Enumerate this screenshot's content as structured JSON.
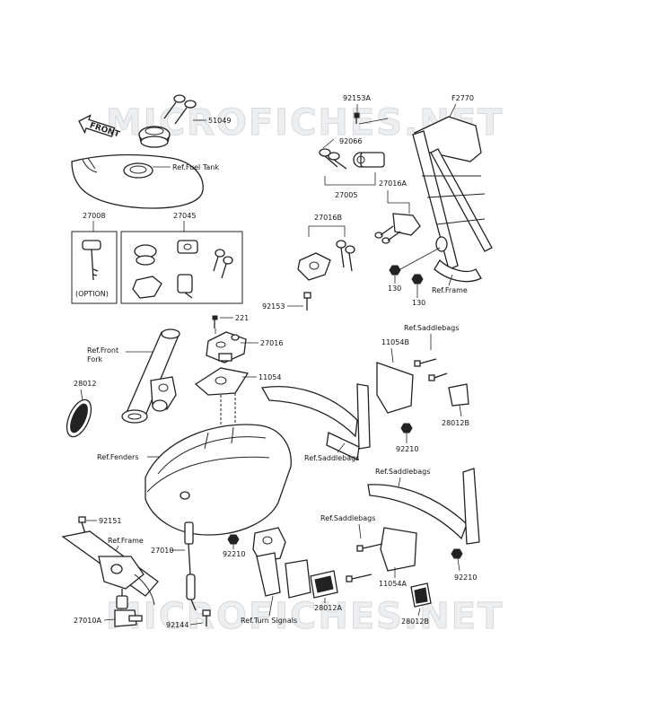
{
  "watermarks": [
    "MICROFICHES.NET",
    "MICROFICHES.NET"
  ],
  "front_arrow": "FRONT",
  "labels": {
    "p51049": "51049",
    "ref_fuel_tank": "Ref.Fuel Tank",
    "p92153A": "92153A",
    "p92066": "92066",
    "p27005": "27005",
    "pF2770": "F2770",
    "p27016A": "27016A",
    "p27008": "27008",
    "option": "(OPTION)",
    "p27045": "27045",
    "p27016B": "27016B",
    "p92153": "92153",
    "p130a": "130",
    "p130b": "130",
    "ref_frame_top": "Ref.Frame",
    "p221": "221",
    "p27016": "27016",
    "p11054": "11054",
    "ref_front_fork": "Ref.Front\nFork",
    "p28012": "28012",
    "ref_saddlebags_1": "Ref.Saddlebags",
    "p11054B": "11054B",
    "p28012B_top": "28012B",
    "p92210_mid": "92210",
    "ref_saddlebags_2": "Ref.Saddlebags",
    "ref_fenders": "Ref.Fenders",
    "ref_saddlebags_3": "Ref.Saddlebags",
    "ref_saddlebags_4": "Ref.Saddlebags",
    "p92151": "92151",
    "ref_frame_bottom": "Ref.Frame",
    "p27010": "27010",
    "p92210_left": "92210",
    "p92210_right": "92210",
    "p11054A": "11054A",
    "p28012A": "28012A",
    "p28012B_bottom": "28012B",
    "p27010A": "27010A",
    "p92144": "92144",
    "ref_turn_signals": "Ref.Turn Signals"
  }
}
